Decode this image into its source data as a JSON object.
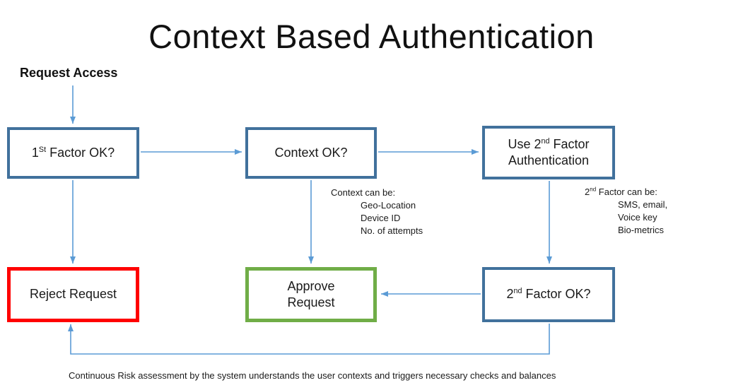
{
  "title": "Context Based Authentication",
  "request_access_label": "Request Access",
  "boxes": {
    "first_factor": {
      "pre": "1",
      "sup": "St",
      "post": " Factor OK?"
    },
    "context_ok": {
      "label": "Context OK?"
    },
    "use_second_factor": {
      "line1_pre": "Use 2",
      "line1_sup": "nd",
      "line1_post": " Factor",
      "line2": "Authentication"
    },
    "reject": {
      "label": "Reject Request"
    },
    "approve": {
      "line1": "Approve",
      "line2": "Request"
    },
    "second_factor_ok": {
      "pre": "2",
      "sup": "nd",
      "post": " Factor OK?"
    }
  },
  "annotations": {
    "context": {
      "heading": "Context can be:",
      "items": [
        "Geo-Location",
        "Device ID",
        "No. of attempts"
      ]
    },
    "second_factor": {
      "heading_pre": "2",
      "heading_sup": "nd",
      "heading_post": " Factor can be:",
      "items": [
        "SMS, email,",
        "Voice key",
        "Bio-metrics"
      ]
    }
  },
  "footer": "Continuous Risk assessment by the system understands the user contexts and triggers necessary checks and balances",
  "colors": {
    "box_blue": "#41719C",
    "arrow_blue": "#5B9BD5",
    "reject_red": "#FF0000",
    "approve_green": "#70AD47"
  }
}
